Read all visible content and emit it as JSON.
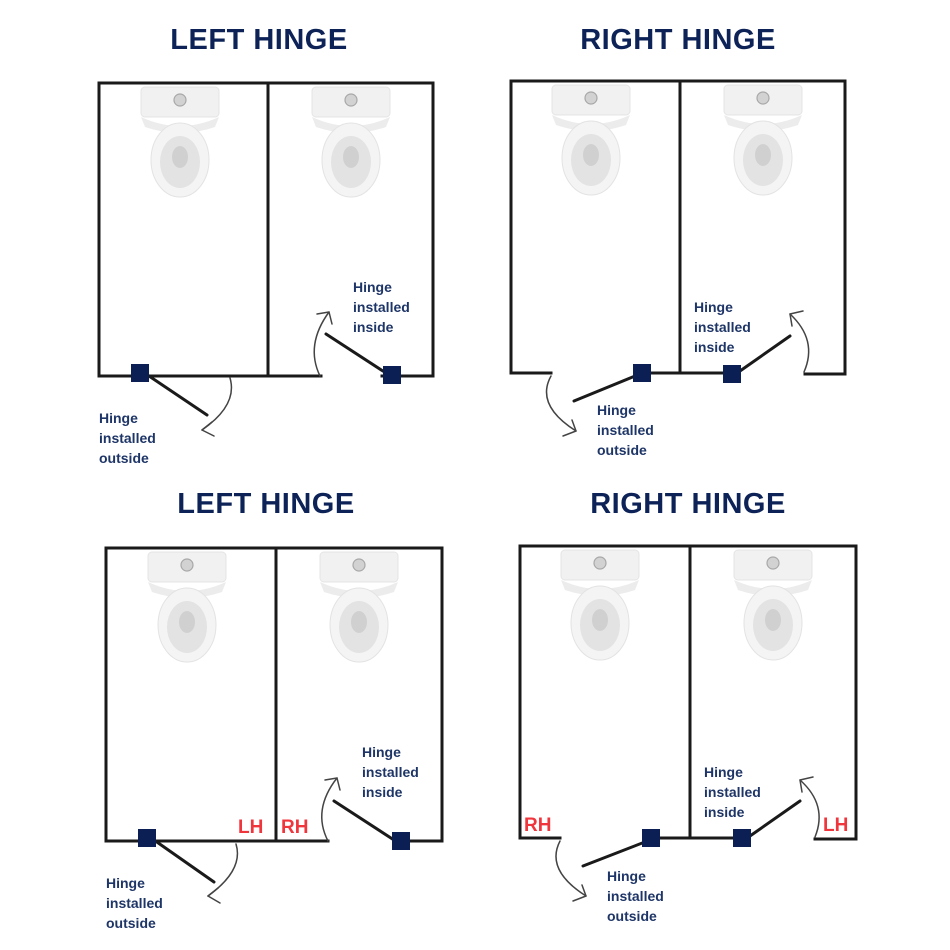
{
  "diagram": {
    "colors": {
      "title": "#0d2357",
      "note": "#1e3567",
      "tag": "#f0363d",
      "hinge": "#0b1f55",
      "wall": "#1a1a1a"
    },
    "panels": [
      {
        "title": "LEFT HINGE",
        "notes": {
          "inside": [
            "Hinge",
            "installed",
            "inside"
          ],
          "outside": [
            "Hinge",
            "installed",
            "outside"
          ]
        },
        "tags": {}
      },
      {
        "title": "RIGHT HINGE",
        "notes": {
          "inside": [
            "Hinge",
            "installed",
            "inside"
          ],
          "outside": [
            "Hinge",
            "installed",
            "outside"
          ]
        },
        "tags": {}
      },
      {
        "title": "LEFT HINGE",
        "notes": {
          "inside": [
            "Hinge",
            "installed",
            "inside"
          ],
          "outside": [
            "Hinge",
            "installed",
            "outside"
          ]
        },
        "tags": {
          "left": "LH",
          "right": "RH"
        }
      },
      {
        "title": "RIGHT HINGE",
        "notes": {
          "inside": [
            "Hinge",
            "installed",
            "inside"
          ],
          "outside": [
            "Hinge",
            "installed",
            "outside"
          ]
        },
        "tags": {
          "left": "RH",
          "right": "LH"
        }
      }
    ]
  }
}
